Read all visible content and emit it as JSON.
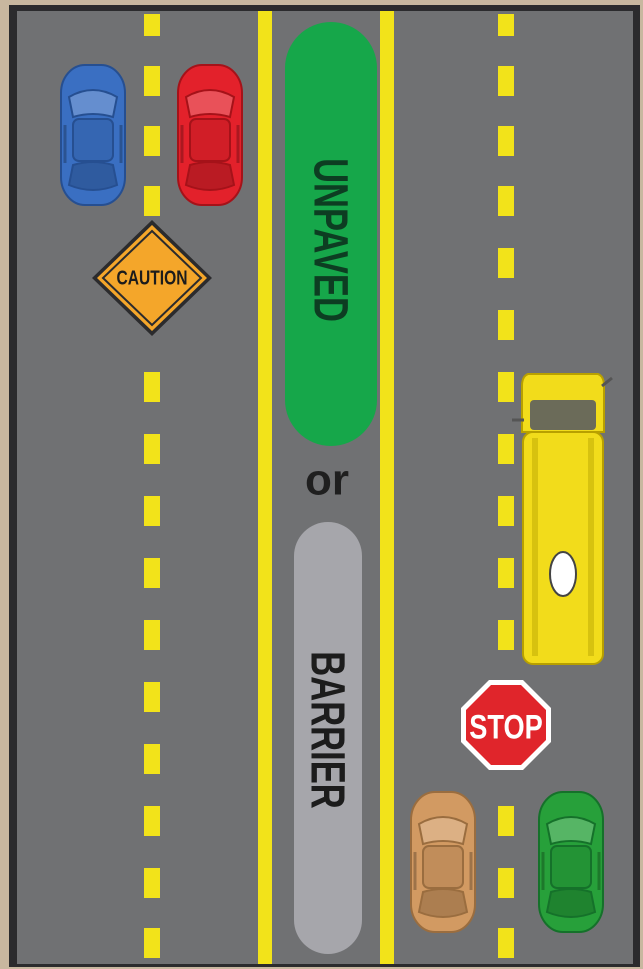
{
  "caution_sign": {
    "label": "CAUTION",
    "color": "#f4a62a"
  },
  "median": {
    "unpaved": {
      "label": "UNPAVED",
      "color": "#16a74a"
    },
    "connector": {
      "label": "or"
    },
    "barrier": {
      "label": "BARRIER",
      "color": "#a6a6ab"
    }
  },
  "stop_sign": {
    "label": "STOP",
    "color": "#e0252b"
  },
  "colors": {
    "road": "#707173",
    "border": "#2b2b2d",
    "yellow_line": "#f2e31a",
    "blue_car": "#3a6fc2",
    "red_car": "#e3212b",
    "tan_car": "#d29a62",
    "green_car": "#27a03a",
    "school_bus": "#f2dc1b"
  }
}
